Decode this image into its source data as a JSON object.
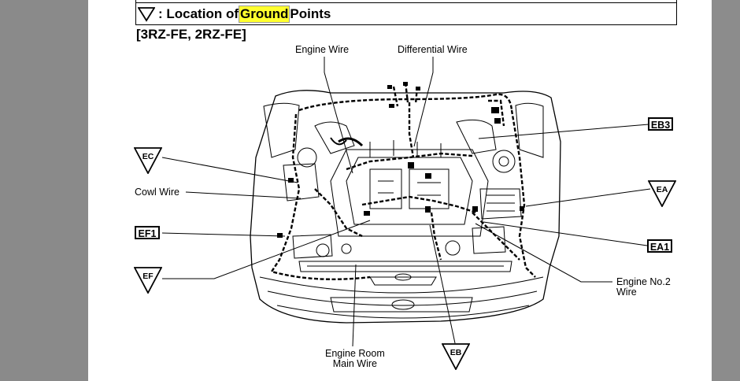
{
  "legend": {
    "prefix": ": Location of ",
    "highlight": "Ground",
    "suffix": " Points"
  },
  "engine_title": "[3RZ-FE,  2RZ-FE]",
  "labels": {
    "engine_wire": "Engine Wire",
    "differential_wire": "Differential Wire",
    "cowl_wire": "Cowl Wire",
    "engine_no2_wire_l1": "Engine No.2",
    "engine_no2_wire_l2": "Wire",
    "engine_room_main_wire_l1": "Engine Room",
    "engine_room_main_wire_l2": "Main Wire"
  },
  "connectors": {
    "eb3": "EB3",
    "ef1": "EF1",
    "ea1": "EA1"
  },
  "ground_points": {
    "ec": "EC",
    "ef": "EF",
    "ea": "EA",
    "eb": "EB"
  }
}
